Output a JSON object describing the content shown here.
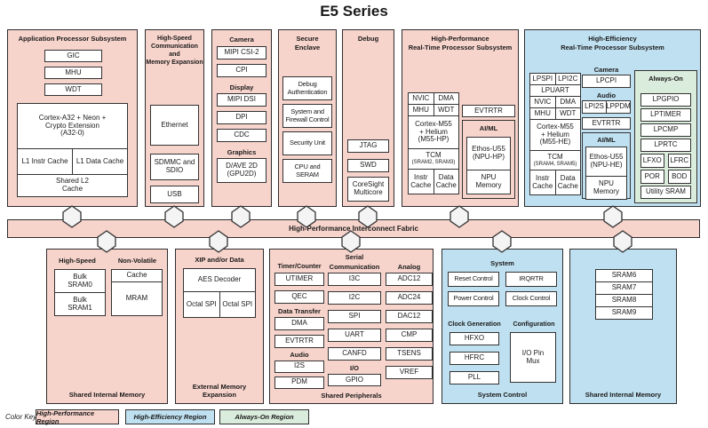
{
  "title": "E5 Series",
  "colors": {
    "high_performance_region": "#f6d3cb",
    "high_efficiency_region": "#bfe0f0",
    "always_on_region": "#daecdc"
  },
  "fabric": "High-Performance Interconnect Fabric",
  "aps": {
    "title": "Application Processor Subsystem",
    "gic": "GIC",
    "mhu": "MHU",
    "wdt": "WDT",
    "cpu": "Cortex-A32 + Neon + Crypto Extension (A32-0)",
    "l1i": "L1 Instr Cache",
    "l1d": "L1 Data Cache",
    "l2": "Shared L2 Cache"
  },
  "hscm": {
    "title_lines": [
      "High-Speed",
      "Communication and",
      "Memory Expansion"
    ],
    "ethernet": "Ethernet",
    "sdmmc": "SDMMC and SDIO",
    "usb": "USB"
  },
  "cam": {
    "camera_hdr": "Camera",
    "mipicsi": "MIPI CSI-2",
    "cpi": "CPI",
    "display_hdr": "Display",
    "mipidsi": "MIPI DSI",
    "dpi": "DPI",
    "cdc": "CDC",
    "graphics_hdr": "Graphics",
    "gpu": "D/AVE 2D (GPU2D)"
  },
  "secure": {
    "title": "Secure Enclave",
    "items": [
      "Debug Authentication",
      "System and Firewall Control",
      "Security Unit",
      "CPU and SERAM"
    ]
  },
  "debug": {
    "title": "Debug",
    "jtag": "JTAG",
    "swd": "SWD",
    "coresight": "CoreSight Multicore"
  },
  "hprt": {
    "title_lines": [
      "High-Performance",
      "Real-Time Processor Subsystem"
    ],
    "nvic": "NVIC",
    "dma": "DMA",
    "mhu": "MHU",
    "wdt": "WDT",
    "cpu": "Cortex-M55 + Helium (M55-HP)",
    "tcm": "TCM",
    "tcm_sub": "(SRAM2, SRAM3)",
    "icache": "Instr Cache",
    "dcache": "Data Cache",
    "evtrtr": "EVTRTR",
    "aiml_hdr": "AI/ML",
    "npu": "Ethos-U55 (NPU-HP)",
    "npumem": "NPU Memory"
  },
  "hert": {
    "title_lines": [
      "High-Efficiency",
      "Real-Time Processor Subsystem"
    ],
    "lpspi": "LPSPI",
    "lpi2c": "LPI2C",
    "lpuart": "LPUART",
    "nvic": "NVIC",
    "dma": "DMA",
    "mhu": "MHU",
    "wdt": "WDT",
    "cpu": "Cortex-M55 + Helium (M55-HE)",
    "tcm": "TCM",
    "tcm_sub": "(SRAM4, SRAM5)",
    "icache": "Instr Cache",
    "dcache": "Data Cache",
    "camera_hdr": "Camera",
    "lpcpi": "LPCPI",
    "audio_hdr": "Audio",
    "lpi2s": "LPI2S",
    "lppdm": "LPPDM",
    "evtrtr": "EVTRTR",
    "aiml_hdr": "AI/ML",
    "npu": "Ethos-U55 (NPU-HE)",
    "npumem": "NPU Memory",
    "ao": {
      "title": "Always-On",
      "lpgpio": "LPGPIO",
      "lptimer": "LPTIMER",
      "lpcmp": "LPCMP",
      "lprtc": "LPRTC",
      "lfxo": "LFXO",
      "lfrc": "LFRC",
      "por": "POR",
      "bod": "BOD",
      "utility": "Utility SRAM"
    }
  },
  "sim1": {
    "hs_hdr": "High-Speed",
    "nv_hdr": "Non-Volatile",
    "sram0": "Bulk SRAM0",
    "sram1": "Bulk SRAM1",
    "cache": "Cache",
    "mram": "MRAM",
    "title": "Shared Internal Memory"
  },
  "eme": {
    "hdr": "XIP and/or Data",
    "aes": "AES Decoder",
    "ospi1": "Octal SPI",
    "ospi2": "Octal SPI",
    "title": "External Memory Expansion"
  },
  "per": {
    "serial_hdr": "Serial",
    "timer_hdr": "Timer/Counter",
    "utimer": "UTIMER",
    "qec": "QEC",
    "dt_hdr": "Data Transfer",
    "dma": "DMA",
    "evtrtr": "EVTRTR",
    "audio_hdr": "Audio",
    "i2s": "I2S",
    "pdm": "PDM",
    "comm_hdr": "Communication",
    "i3c": "I3C",
    "i2c": "I2C",
    "spi": "SPI",
    "uart": "UART",
    "canfd": "CANFD",
    "io_hdr": "I/O",
    "gpio": "GPIO",
    "analog_hdr": "Analog",
    "adc12": "ADC12",
    "adc24": "ADC24",
    "dac12": "DAC12",
    "cmp": "CMP",
    "tsens": "TSENS",
    "vref": "VREF",
    "title": "Shared Peripherals"
  },
  "sys": {
    "system_hdr": "System",
    "reset": "Reset Control",
    "irqrtr": "IRQRTR",
    "power": "Power Control",
    "clockctl": "Clock Control",
    "clkgen_hdr": "Clock Generation",
    "hfxo": "HFXO",
    "hfrc": "HFRC",
    "pll": "PLL",
    "cfg_hdr": "Configuration",
    "iopinmux": "I/O Pin Mux",
    "title": "System Control"
  },
  "sim2": {
    "items": [
      "SRAM6",
      "SRAM7",
      "SRAM8",
      "SRAM9"
    ],
    "title": "Shared Internal Memory"
  },
  "legend": {
    "label": "Color Key:",
    "items": [
      "High-Performance Region",
      "High-Efficiency Region",
      "Always-On Region"
    ]
  }
}
